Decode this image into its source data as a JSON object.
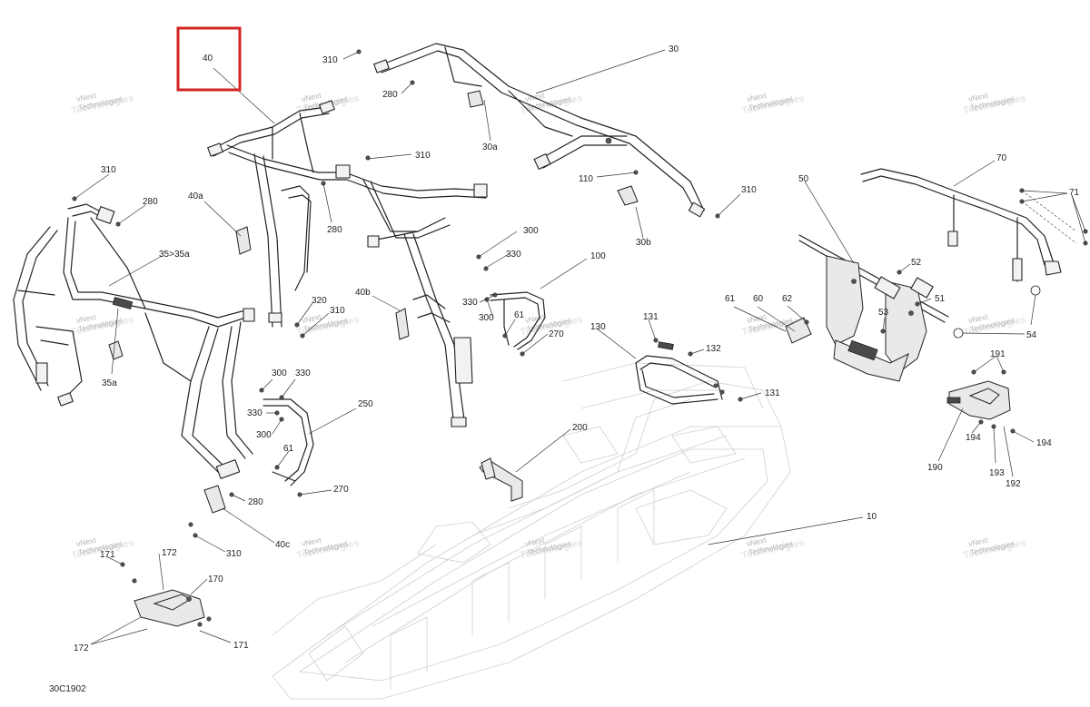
{
  "diagram_code": "30C1902",
  "highlighted_part": "40",
  "watermark": {
    "line1": "vNext",
    "line2": "Technologies"
  },
  "part_labels": [
    {
      "id": "40",
      "text": "40"
    },
    {
      "id": "310a",
      "text": "310"
    },
    {
      "id": "280a",
      "text": "280"
    },
    {
      "id": "30",
      "text": "30"
    },
    {
      "id": "30a",
      "text": "30a"
    },
    {
      "id": "310b",
      "text": "310"
    },
    {
      "id": "280b",
      "text": "280"
    },
    {
      "id": "110",
      "text": "110"
    },
    {
      "id": "310c",
      "text": "310"
    },
    {
      "id": "30b",
      "text": "30b"
    },
    {
      "id": "310d",
      "text": "310"
    },
    {
      "id": "280c",
      "text": "280"
    },
    {
      "id": "40a",
      "text": "40a"
    },
    {
      "id": "35x35a",
      "text": "35>35a"
    },
    {
      "id": "35a",
      "text": "35a"
    },
    {
      "id": "320",
      "text": "320"
    },
    {
      "id": "310e",
      "text": "310"
    },
    {
      "id": "40b",
      "text": "40b"
    },
    {
      "id": "300a",
      "text": "300"
    },
    {
      "id": "330a",
      "text": "330"
    },
    {
      "id": "100",
      "text": "100"
    },
    {
      "id": "330b",
      "text": "330"
    },
    {
      "id": "300b",
      "text": "300"
    },
    {
      "id": "61a",
      "text": "61"
    },
    {
      "id": "270a",
      "text": "270"
    },
    {
      "id": "130",
      "text": "130"
    },
    {
      "id": "131a",
      "text": "131"
    },
    {
      "id": "132",
      "text": "132"
    },
    {
      "id": "131b",
      "text": "131"
    },
    {
      "id": "50",
      "text": "50"
    },
    {
      "id": "70",
      "text": "70"
    },
    {
      "id": "71",
      "text": "71"
    },
    {
      "id": "61b",
      "text": "61"
    },
    {
      "id": "60",
      "text": "60"
    },
    {
      "id": "62",
      "text": "62"
    },
    {
      "id": "52",
      "text": "52"
    },
    {
      "id": "51",
      "text": "51"
    },
    {
      "id": "53",
      "text": "53"
    },
    {
      "id": "54",
      "text": "54"
    },
    {
      "id": "191",
      "text": "191"
    },
    {
      "id": "194a",
      "text": "194"
    },
    {
      "id": "194b",
      "text": "194"
    },
    {
      "id": "190",
      "text": "190"
    },
    {
      "id": "193",
      "text": "193"
    },
    {
      "id": "192",
      "text": "192"
    },
    {
      "id": "300c",
      "text": "300"
    },
    {
      "id": "330c",
      "text": "330"
    },
    {
      "id": "330d",
      "text": "330"
    },
    {
      "id": "300d",
      "text": "300"
    },
    {
      "id": "250",
      "text": "250"
    },
    {
      "id": "61c",
      "text": "61"
    },
    {
      "id": "270b",
      "text": "270"
    },
    {
      "id": "200",
      "text": "200"
    },
    {
      "id": "280d",
      "text": "280"
    },
    {
      "id": "310f",
      "text": "310"
    },
    {
      "id": "40c",
      "text": "40c"
    },
    {
      "id": "10",
      "text": "10"
    },
    {
      "id": "171a",
      "text": "171"
    },
    {
      "id": "172a",
      "text": "172"
    },
    {
      "id": "170",
      "text": "170"
    },
    {
      "id": "172b",
      "text": "172"
    },
    {
      "id": "171b",
      "text": "171"
    }
  ]
}
